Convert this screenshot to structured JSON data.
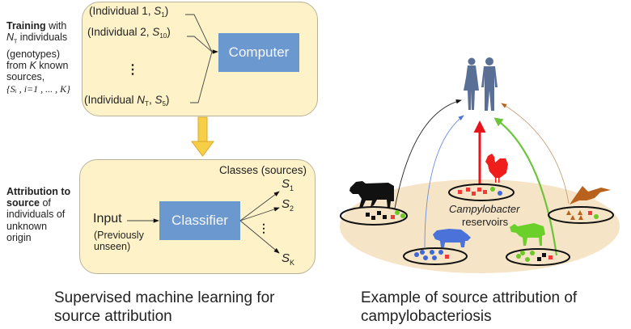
{
  "left": {
    "training_label": {
      "bold": "Training",
      "line1_rest": " with",
      "line2_var": "N",
      "line2_sub": "T",
      "line2_rest": " individuals",
      "line3": "(genotypes)",
      "line4_pre": "from ",
      "line4_var": "K",
      "line4_rest": " known",
      "line5": "sources,",
      "line6": "{Sᵢ , i=1 , ... , K}"
    },
    "training_panel": {
      "individuals": [
        {
          "prefix": "(Individual 1, ",
          "var": "S",
          "sub": "1",
          "suffix": ")"
        },
        {
          "prefix": "(Individual 2, ",
          "var": "S",
          "sub": "10",
          "suffix": ")"
        },
        {
          "prefix": "(Individual ",
          "var2": "N",
          "sub2": "T",
          "mid": ", ",
          "var": "S",
          "sub": "5",
          "suffix": ")"
        }
      ],
      "ellipsis": "⋮",
      "computer_label": "Computer"
    },
    "attribution_label": {
      "bold1": "Attribution to",
      "bold2": "source",
      "rest2": " of",
      "line3": "individuals of",
      "line4": "unknown",
      "line5": "origin"
    },
    "attribution_panel": {
      "classes_heading": "Classes (sources)",
      "input_label": "Input",
      "input_note_1": "(Previously",
      "input_note_2": "unseen)",
      "classifier_label": "Classifier",
      "classes": [
        {
          "var": "S",
          "sub": "1"
        },
        {
          "var": "S",
          "sub": "2"
        },
        {
          "var": "S",
          "sub": "K"
        }
      ],
      "ellipsis": "⋮"
    },
    "caption_line1": "Supervised machine learning for",
    "caption_line2": "source attribution"
  },
  "right": {
    "center_label_1": "Campylobacter",
    "center_label_2": "reservoirs",
    "caption_line1": "Example of source attribution of",
    "caption_line2": "campylobacteriosis",
    "colors": {
      "humans": "#5a6f96",
      "cattle": "#111111",
      "pig": "#4a72d8",
      "chicken": "#f01d1d",
      "sheep": "#6bd02a",
      "bird": "#b8621e",
      "ground": "#f6e4c6",
      "arrow_red": "#e8141b",
      "arrow_green": "#6cc43a"
    },
    "reservoirs": [
      {
        "name": "cattle",
        "markers": [
          "black-square",
          "black-square",
          "black-square",
          "black-square",
          "red-square",
          "green-circle",
          "green-circle"
        ]
      },
      {
        "name": "chicken",
        "markers": [
          "red-square",
          "red-square",
          "red-square",
          "red-square",
          "red-square",
          "green-circle",
          "blue-circle"
        ]
      },
      {
        "name": "pig",
        "markers": [
          "blue-circle",
          "blue-circle",
          "blue-circle",
          "blue-circle",
          "blue-circle",
          "blue-circle",
          "red-square"
        ]
      },
      {
        "name": "sheep",
        "markers": [
          "green-circle",
          "green-circle",
          "green-circle",
          "green-circle",
          "black-square",
          "black-square",
          "red-square"
        ]
      },
      {
        "name": "wild-bird",
        "markers": [
          "brown-triangle",
          "brown-triangle",
          "brown-triangle",
          "brown-triangle",
          "red-square",
          "green-circle"
        ]
      }
    ]
  }
}
